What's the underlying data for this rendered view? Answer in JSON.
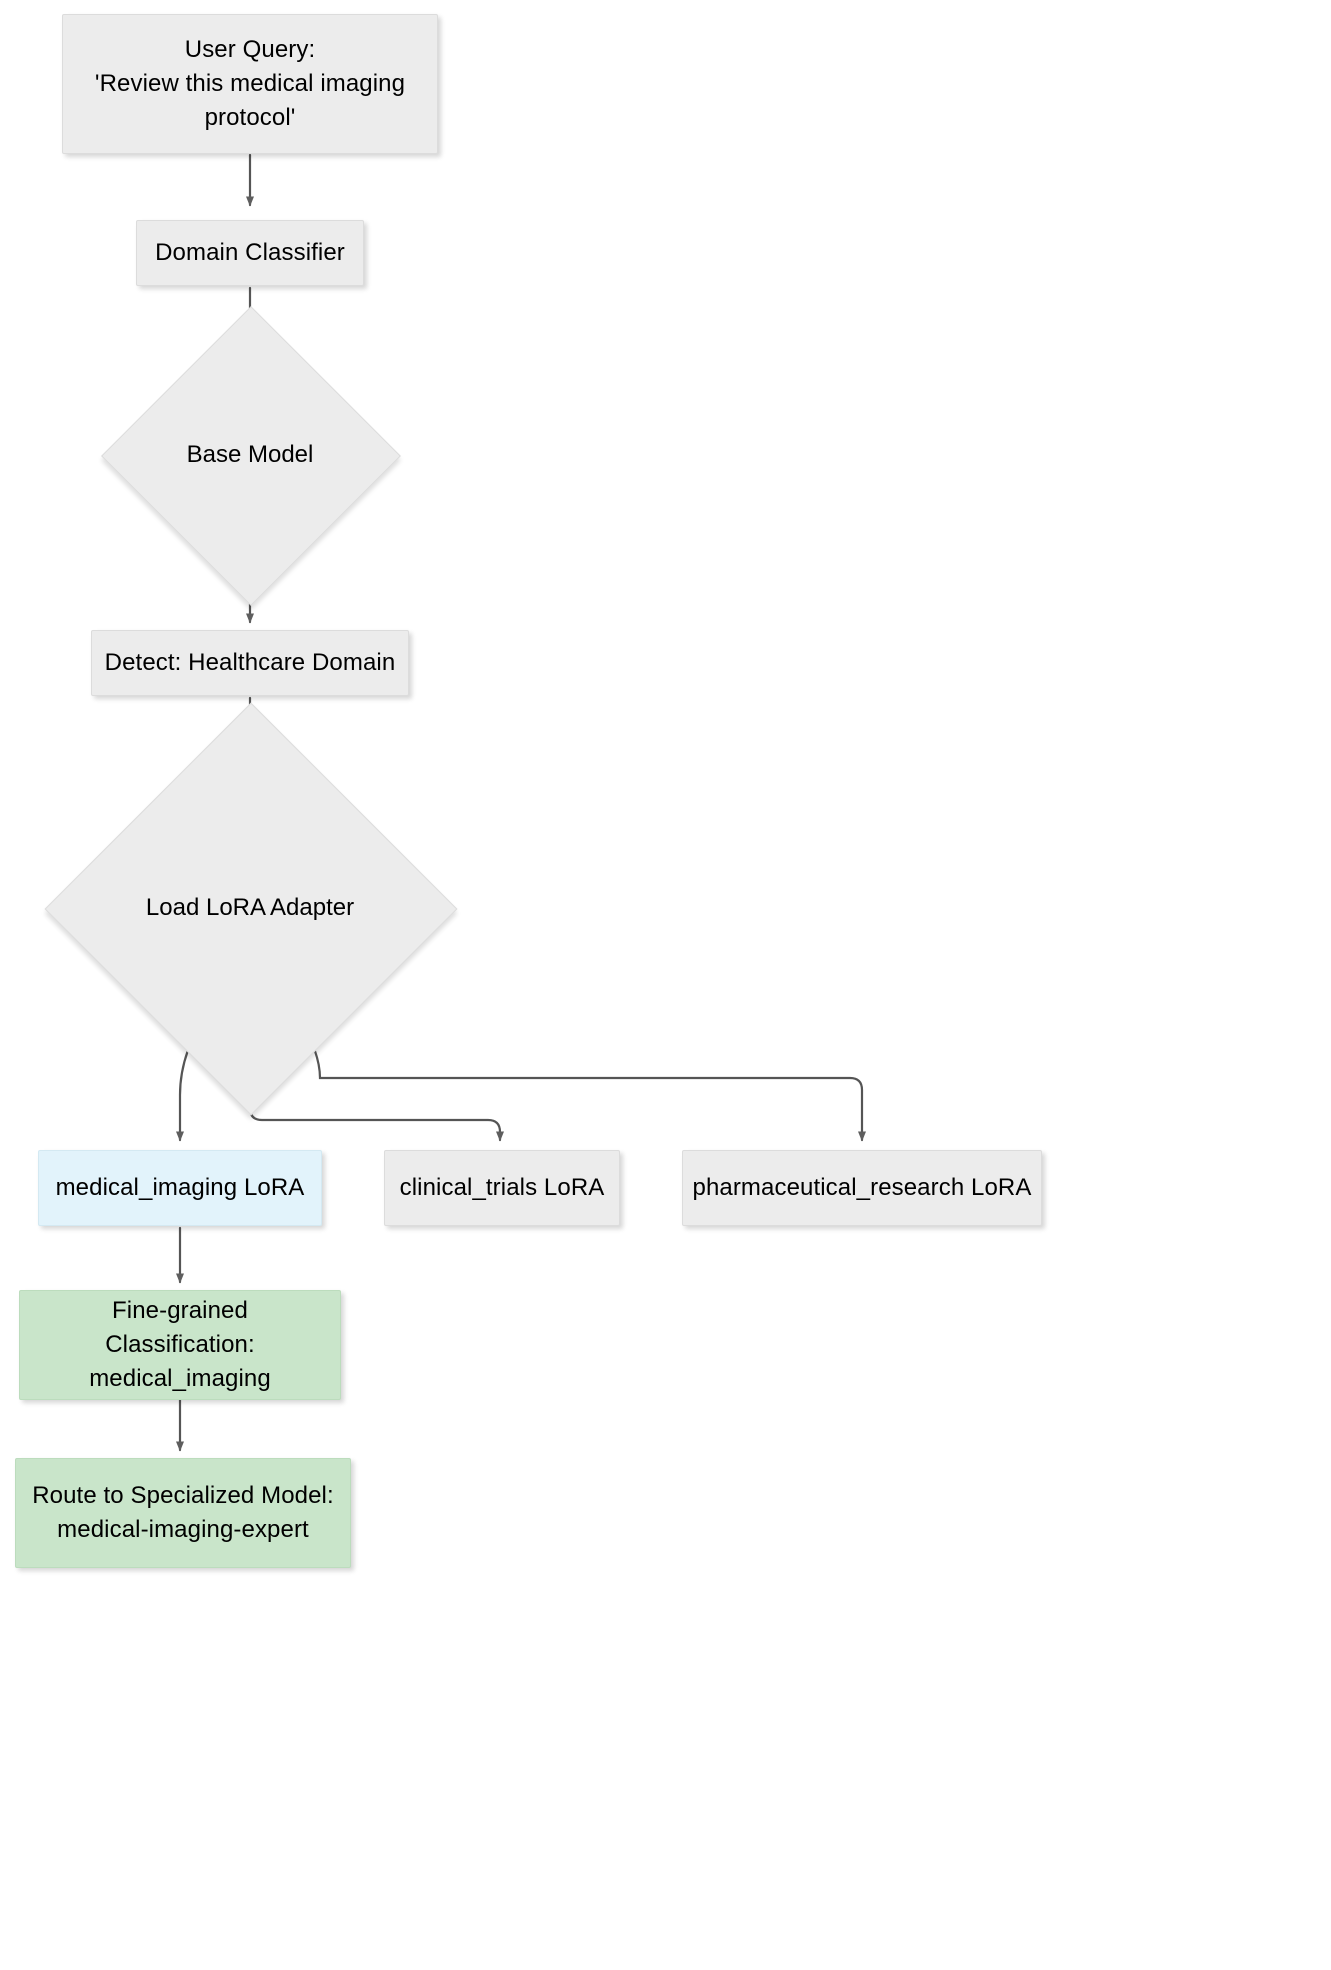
{
  "diagram": {
    "title": "LoRA Adapter Domain Routing Flowchart",
    "type": "flowchart",
    "direction": "top-down",
    "background_color": "#ffffff",
    "styles": {
      "default_fill": "#ececec",
      "default_stroke": "#dcdcdc",
      "highlight_blue_fill": "#e2f3fb",
      "highlight_green_fill": "#c9e5ca",
      "edge_color": "#555555",
      "text_color": "#000000"
    },
    "nodes": [
      {
        "id": "user-query",
        "shape": "rect",
        "fill": "default",
        "label": "User Query:\n'Review this medical imaging protocol'"
      },
      {
        "id": "domain-classifier",
        "shape": "rect",
        "fill": "default",
        "label": "Domain Classifier"
      },
      {
        "id": "base-model",
        "shape": "diamond",
        "fill": "default",
        "label": "Base Model"
      },
      {
        "id": "detect-healthcare-domain",
        "shape": "rect",
        "fill": "default",
        "label": "Detect: Healthcare Domain"
      },
      {
        "id": "load-lora-adapter",
        "shape": "diamond",
        "fill": "default",
        "label": "Load LoRA Adapter"
      },
      {
        "id": "medical-imaging-lora",
        "shape": "rect",
        "fill": "highlight_blue",
        "label": "medical_imaging LoRA"
      },
      {
        "id": "clinical-trials-lora",
        "shape": "rect",
        "fill": "default",
        "label": "clinical_trials LoRA"
      },
      {
        "id": "pharmaceutical-research-lora",
        "shape": "rect",
        "fill": "default",
        "label": "pharmaceutical_research LoRA"
      },
      {
        "id": "fine-grained-classification",
        "shape": "rect",
        "fill": "highlight_green",
        "label": "Fine-grained Classification:\nmedical_imaging"
      },
      {
        "id": "route-to-specialized-model",
        "shape": "rect",
        "fill": "highlight_green",
        "label": "Route to Specialized Model:\nmedical-imaging-expert"
      }
    ],
    "edges": [
      {
        "from": "user-query",
        "to": "domain-classifier",
        "label": ""
      },
      {
        "from": "domain-classifier",
        "to": "base-model",
        "label": ""
      },
      {
        "from": "base-model",
        "to": "detect-healthcare-domain",
        "label": ""
      },
      {
        "from": "detect-healthcare-domain",
        "to": "load-lora-adapter",
        "label": ""
      },
      {
        "from": "load-lora-adapter",
        "to": "medical-imaging-lora",
        "label": ""
      },
      {
        "from": "load-lora-adapter",
        "to": "clinical-trials-lora",
        "label": ""
      },
      {
        "from": "load-lora-adapter",
        "to": "pharmaceutical-research-lora",
        "label": ""
      },
      {
        "from": "medical-imaging-lora",
        "to": "fine-grained-classification",
        "label": ""
      },
      {
        "from": "fine-grained-classification",
        "to": "route-to-specialized-model",
        "label": ""
      }
    ]
  }
}
